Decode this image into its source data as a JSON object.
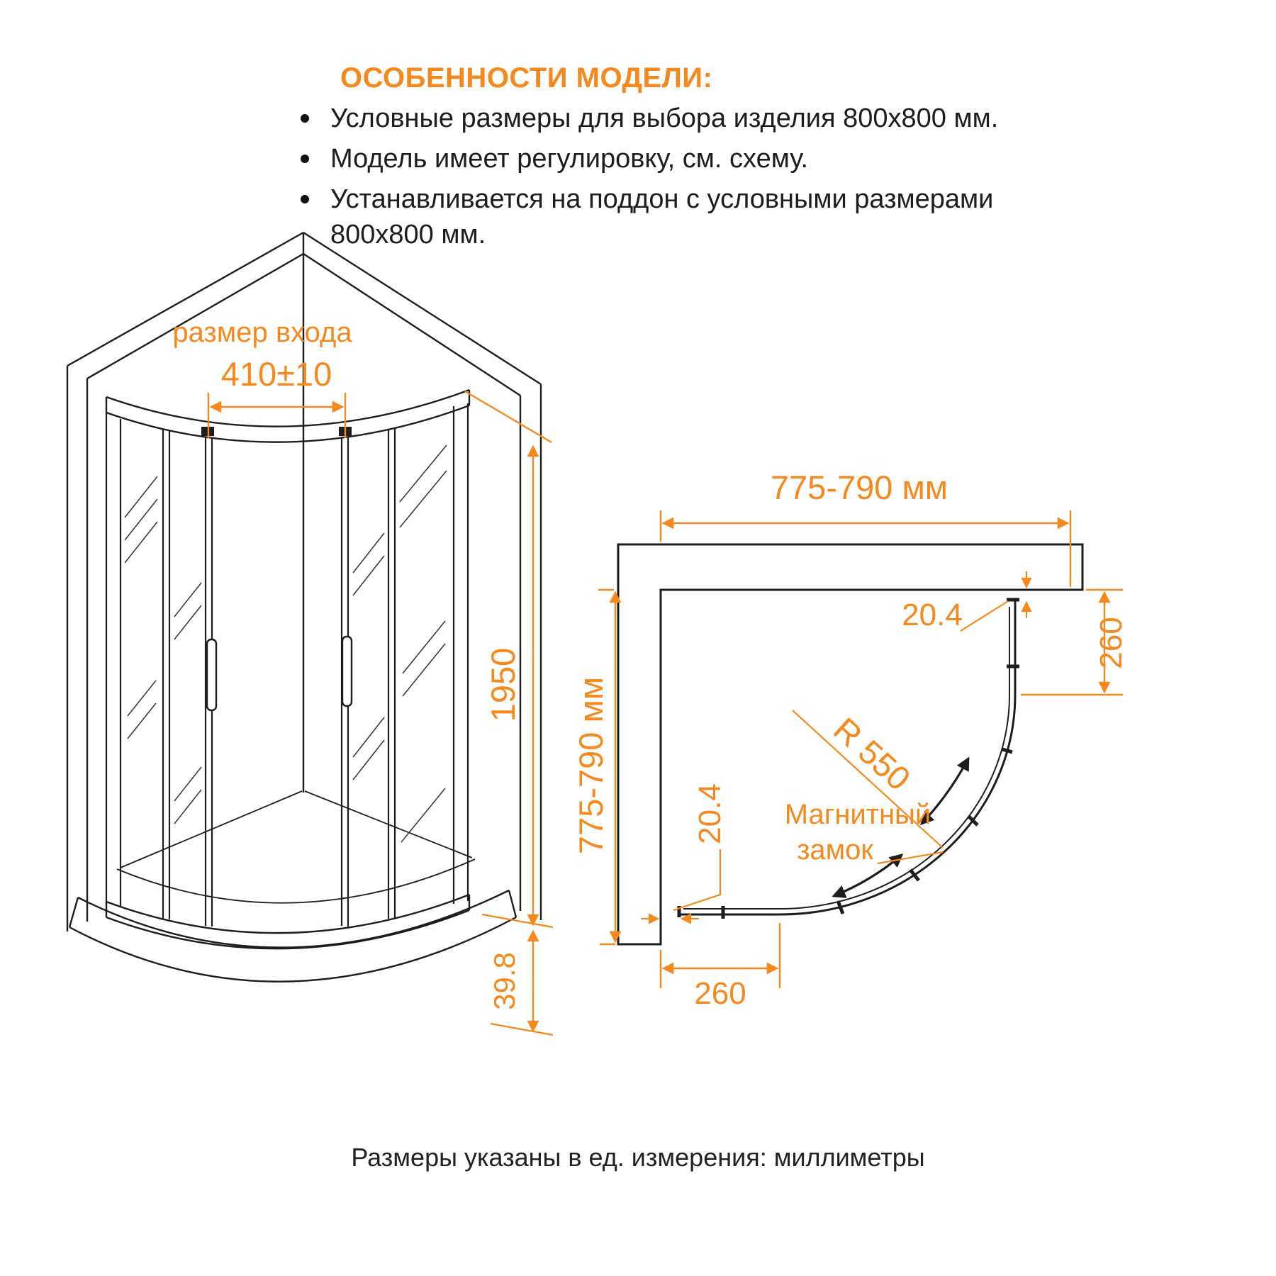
{
  "accent_color": "#F6891D",
  "title": "ОСОБЕННОСТИ МОДЕЛИ:",
  "bullets": [
    "Условные размеры для выбора изделия 800х800 мм.",
    "Модель имеет регулировку, см. схему.",
    "Устанавливается на поддон с условными размерами 800х800 мм."
  ],
  "front_view": {
    "entry_label": "размер входа",
    "entry_width": "410±10",
    "height_mm": "1950",
    "tray_height_mm": "39.8"
  },
  "plan_view": {
    "width_range": "775-790 мм",
    "depth_range": "775-790 мм",
    "radius_label": "R 550",
    "magnet_line1": "Магнитный",
    "magnet_line2": "замок",
    "gap_top": "20.4",
    "gap_bottom": "20.4",
    "segment_right": "260",
    "segment_bottom": "260"
  },
  "footer_note": "Размеры указаны в ед. измерения: миллиметры"
}
